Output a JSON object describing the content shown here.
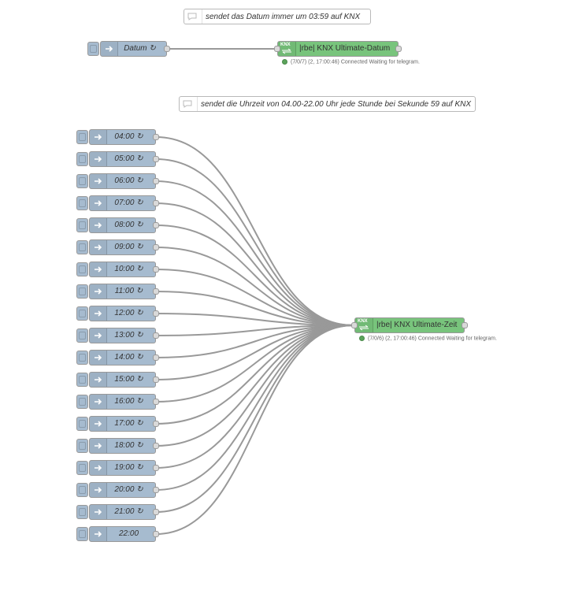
{
  "comments": {
    "top": "sendet das Datum immer um 03:59 auf KNX",
    "middle": "sendet die Uhrzeit von 04.00-22.00 Uhr jede Stunde bei Sekunde 59 auf KNX"
  },
  "date_inject": {
    "label": "Datum ↻"
  },
  "time_injects": [
    {
      "label": "04:00 ↻"
    },
    {
      "label": "05:00 ↻"
    },
    {
      "label": "06:00 ↻"
    },
    {
      "label": "07:00 ↻"
    },
    {
      "label": "08:00 ↻"
    },
    {
      "label": "09:00 ↻"
    },
    {
      "label": "10:00 ↻"
    },
    {
      "label": "11:00 ↻"
    },
    {
      "label": "12:00 ↻"
    },
    {
      "label": "13:00 ↻"
    },
    {
      "label": "14:00 ↻"
    },
    {
      "label": "15:00 ↻"
    },
    {
      "label": "16:00 ↻"
    },
    {
      "label": "17:00 ↻"
    },
    {
      "label": "18:00 ↻"
    },
    {
      "label": "19:00 ↻"
    },
    {
      "label": "20:00 ↻"
    },
    {
      "label": "21:00 ↻"
    },
    {
      "label": "22:00"
    }
  ],
  "knx_date": {
    "label": "|rbe| KNX Ultimate-Datum",
    "status": "(7/0/7) (2, 17:00:46) Connected Waiting for telegram."
  },
  "knx_time": {
    "label": "|rbe| KNX Ultimate-Zeit",
    "status": "(7/0/6) (2, 17:00:46) Connected Waiting for telegram."
  },
  "icons": {
    "inject": "arrow-right-icon",
    "comment": "speech-bubble-icon",
    "knx": "knx-logo-icon"
  },
  "colors": {
    "inject_node": "#a6bbcf",
    "knx_node": "#78c47c",
    "wire": "#999999",
    "status_ok": "#5ba35b"
  }
}
